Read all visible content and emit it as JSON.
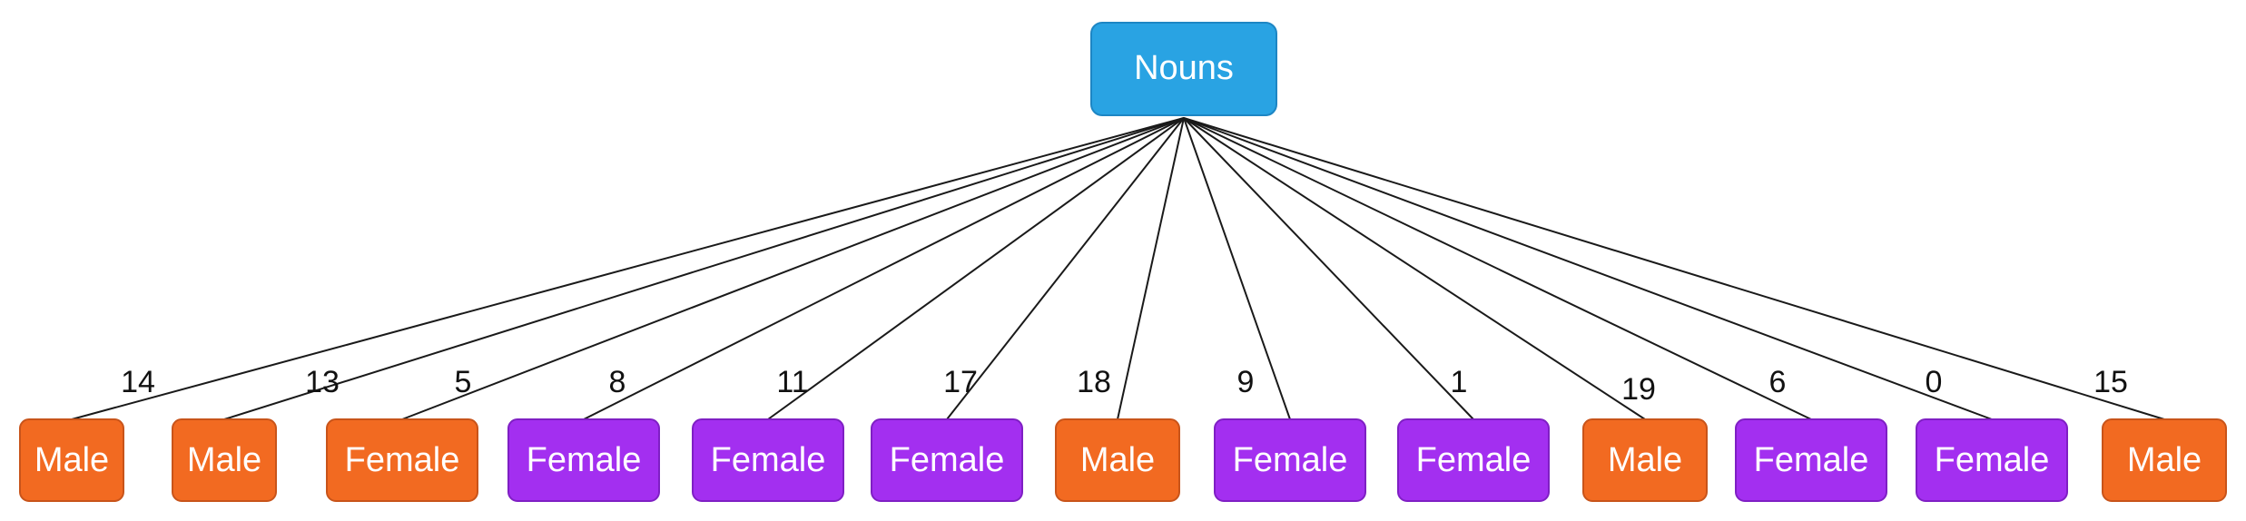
{
  "colors": {
    "root_fill": "#29a3e3",
    "root_border": "#1d86c4",
    "male_fill": "#f26a21",
    "male_border": "#c8541a",
    "female_fill": "#a32ff0",
    "female_border": "#7f1fc4",
    "edge": "#1a1a1a",
    "label_text": "#111111"
  },
  "root": {
    "label": "Nouns"
  },
  "children": [
    {
      "label": "Male",
      "category": "male",
      "edge_label": "14"
    },
    {
      "label": "Male",
      "category": "male",
      "edge_label": "13"
    },
    {
      "label": "Female",
      "category": "male",
      "edge_label": "5"
    },
    {
      "label": "Female",
      "category": "female",
      "edge_label": "8"
    },
    {
      "label": "Female",
      "category": "female",
      "edge_label": "11"
    },
    {
      "label": "Female",
      "category": "female",
      "edge_label": "17"
    },
    {
      "label": "Male",
      "category": "male",
      "edge_label": "18"
    },
    {
      "label": "Female",
      "category": "female",
      "edge_label": "9"
    },
    {
      "label": "Female",
      "category": "female",
      "edge_label": "1"
    },
    {
      "label": "Male",
      "category": "male",
      "edge_label": "19"
    },
    {
      "label": "Female",
      "category": "female",
      "edge_label": "6"
    },
    {
      "label": "Female",
      "category": "female",
      "edge_label": "0"
    },
    {
      "label": "Male",
      "category": "male",
      "edge_label": "15"
    }
  ]
}
